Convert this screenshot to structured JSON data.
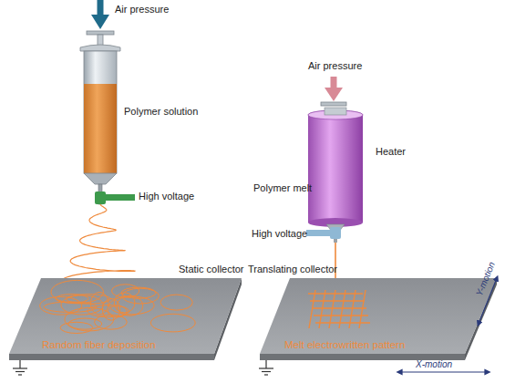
{
  "diagram": {
    "labels": [
      "Air pressure",
      "Polymer solution",
      "High voltage",
      "Static collector",
      "Random fiber deposition",
      "Air pressure",
      "Heater",
      "Polymer melt",
      "High voltage",
      "Translating collector",
      "Melt electrowritten pattern",
      "Y-motion",
      "X-motion"
    ]
  }
}
